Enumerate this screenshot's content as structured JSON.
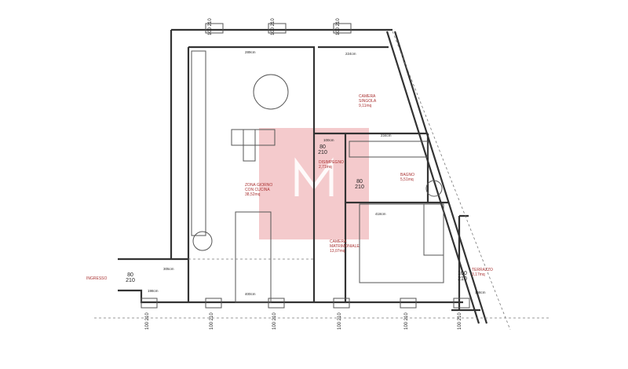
{
  "rooms": {
    "living": {
      "name": "ZONA GIORNO",
      "sub": "CON CUCINA",
      "area": "38,52mq"
    },
    "hall": {
      "name": "DISIMPEGNO",
      "area": "2,71mq"
    },
    "bath": {
      "name": "BAGNO",
      "area": "5,51mq"
    },
    "single": {
      "name": "CAMERA",
      "sub": "SINGOLA",
      "area": "9,11mq"
    },
    "master": {
      "name": "CAMERA",
      "sub": "MATRIMONIALE",
      "area": "13,07mq"
    },
    "terrace": {
      "name": "TERRAZZO",
      "area": "3,17mq"
    },
    "entry": {
      "name": "INGRESSO"
    }
  },
  "doors": {
    "d80": "80",
    "d100": "100",
    "h210": "210"
  },
  "dims": {
    "top_living": "289cm",
    "bottom_living": "400cm",
    "master_w": "418cm",
    "hall_w": "100cm",
    "terrace_w": "158cm",
    "entry_w": "305cm",
    "entry_b": "198cm",
    "single_top": "224cm",
    "bath_top": "234cm"
  },
  "watermark": {
    "color": "#f0b8bb"
  }
}
